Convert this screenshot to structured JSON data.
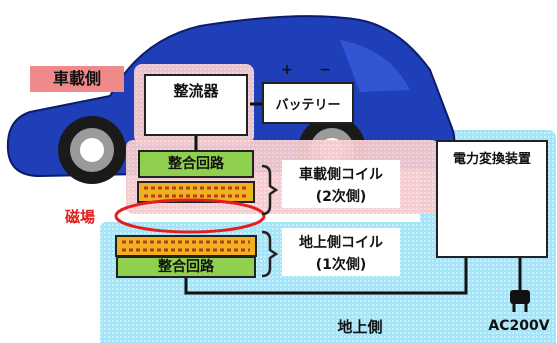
{
  "vehicle_side": {
    "label": "車載側"
  },
  "ground_side": {
    "label": "地上側"
  },
  "magnetic_field": {
    "label": "磁場"
  },
  "rectifier": {
    "label": "整流器"
  },
  "battery": {
    "label": "バッテリー",
    "plus": "+",
    "minus": "−"
  },
  "vehicle_matching": {
    "label": "整合回路"
  },
  "ground_matching": {
    "label": "整合回路"
  },
  "vehicle_coil": {
    "line1": "車載側コイル",
    "line2": "(2次側)"
  },
  "ground_coil": {
    "line1": "地上側コイル",
    "line2": "(1次側)"
  },
  "power_converter": {
    "label": "電力変換装置"
  },
  "ac_source": {
    "label": "AC200V"
  },
  "colors": {
    "car_body": "#1f3fb8",
    "vehicle_zone": "#f2c8cc",
    "ground_zone": "#9ee0f5",
    "matching_circuit": "#8fd14f",
    "coil": "#f0b020",
    "field_ellipse": "#e02020",
    "label_bg": "#f08a8a"
  }
}
